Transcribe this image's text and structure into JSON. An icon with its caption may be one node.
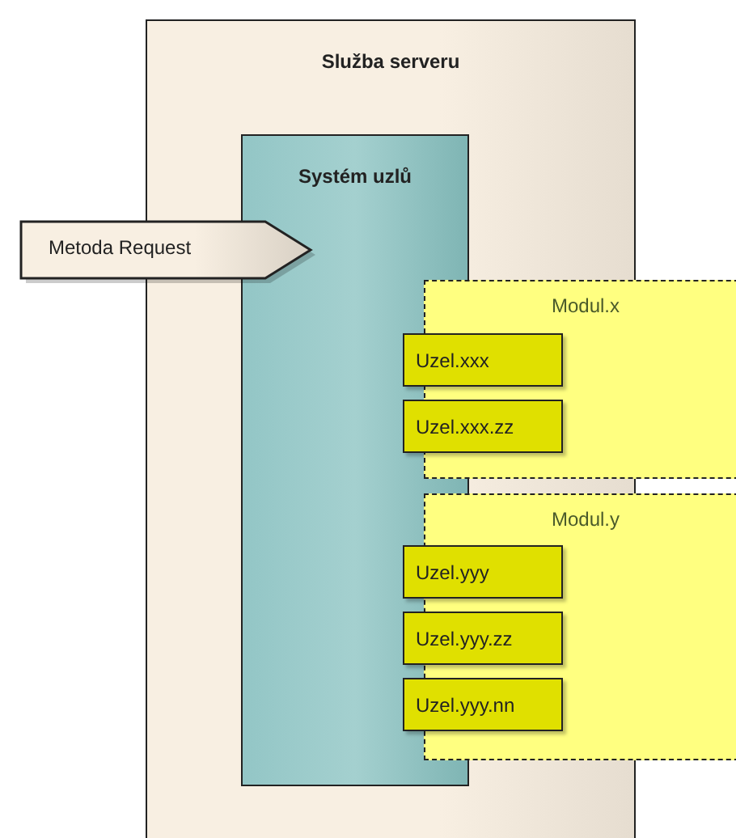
{
  "diagram": {
    "nodes": [
      {
        "text": [
          "Služba serveru"
        ]
      },
      {
        "text": [
          "Systém uzlů"
        ],
        "in": 0
      },
      {
        "text": [
          "Metoda Request"
        ]
      },
      {
        "text": [
          "Modul.x"
        ]
      },
      {
        "text": [
          "Uzel.xxx"
        ],
        "in": 3
      },
      {
        "text": [
          "Uzel.xxx.zz"
        ],
        "in": 3
      },
      {
        "text": [
          "Modul.y"
        ]
      },
      {
        "text": [
          "Uzel.yyy"
        ],
        "in": 6
      },
      {
        "text": [
          "Uzel.yyy.zz"
        ],
        "in": 6
      },
      {
        "text": [
          "Uzel.yyy.nn"
        ],
        "in": 6
      }
    ]
  }
}
